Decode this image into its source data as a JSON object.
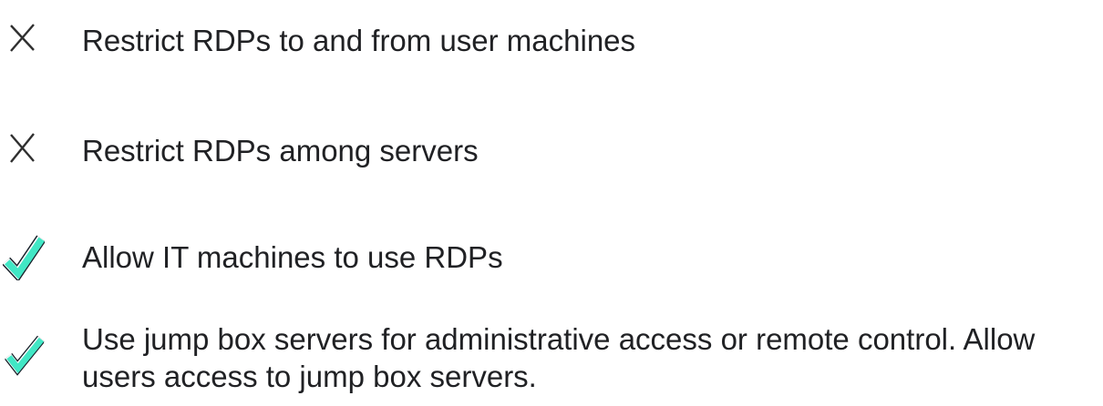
{
  "colors": {
    "background": "#ffffff",
    "text": "#202124",
    "x_icon": "#2f2f2f",
    "check_fill": "#41e7c5",
    "check_gap": "#ffffff",
    "check_outline": "#161f28"
  },
  "checklist": {
    "items": [
      {
        "icon": "x-icon",
        "status": "not-allowed",
        "text": "Restrict RDPs to and from user machines"
      },
      {
        "icon": "x-icon",
        "status": "not-allowed",
        "text": "Restrict RDPs among servers"
      },
      {
        "icon": "check-icon",
        "status": "allowed",
        "text": "Allow IT machines to use RDPs"
      },
      {
        "icon": "check-icon",
        "status": "allowed",
        "text": "Use jump box servers for administrative access or remote control. Allow\nusers access to jump box servers."
      }
    ]
  }
}
